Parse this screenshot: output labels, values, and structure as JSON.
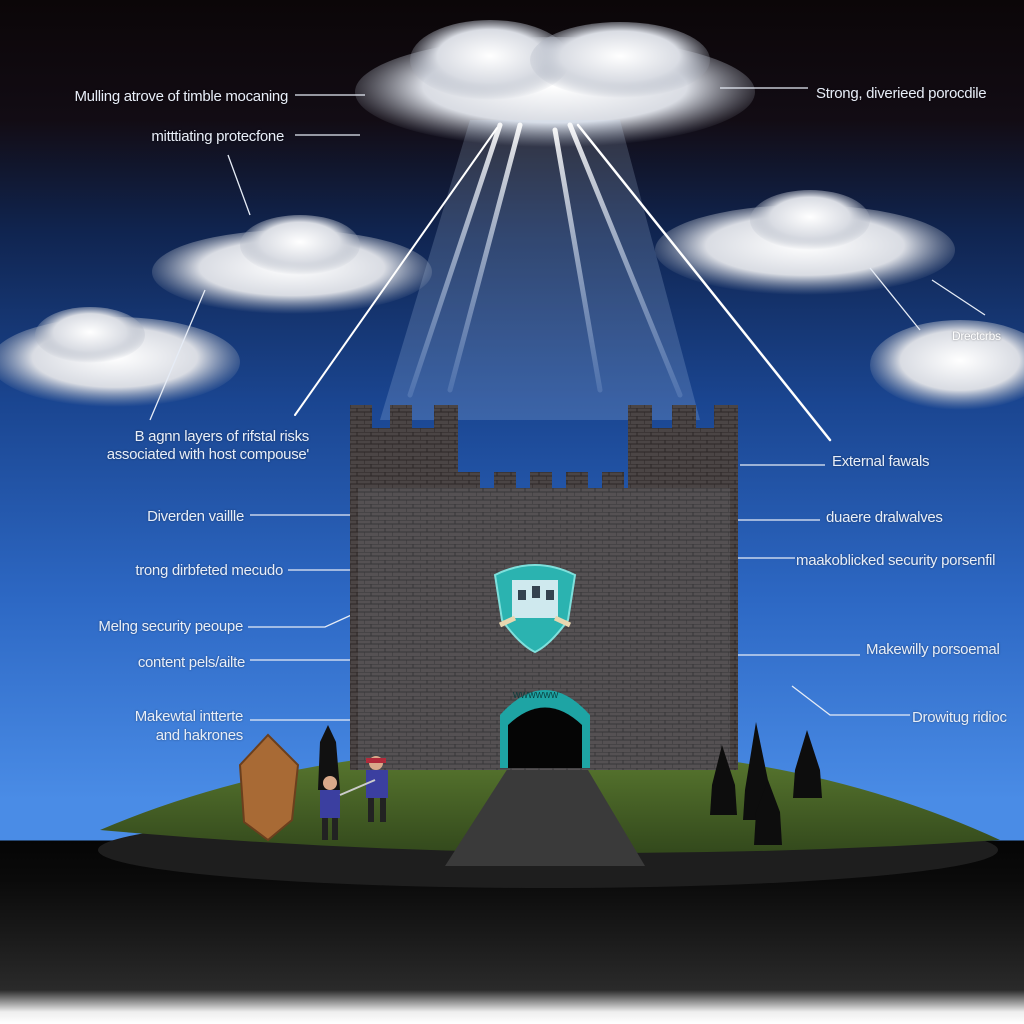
{
  "labels_left": [
    "Mulling atrove of timble mocaning",
    "mitttiating protecfone",
    "B agnn layers of rifstal risks",
    "associated with host compouse'",
    "Diverden vaillle",
    "trong dirbfeted mecudo",
    "Melng security peoupe",
    "content pels/ailte",
    "Makewtal intterte",
    "and hakrones"
  ],
  "labels_right": [
    "Strong, diverieed porocdile",
    "Drectcrbs",
    "External fawals",
    "duaere dralwalves",
    "maakoblicked security porsenfil",
    "Makewilly porsoemal",
    "Drowitug ridioc"
  ],
  "gate_banner": "WWWWWW",
  "colors": {
    "sky_top": "#0b0608",
    "sky_mid": "#1a4590",
    "sky_low": "#4a8ce6",
    "grass": "#4b6a2a",
    "wall": "#4a4444",
    "shield": "#2bb3b0"
  }
}
